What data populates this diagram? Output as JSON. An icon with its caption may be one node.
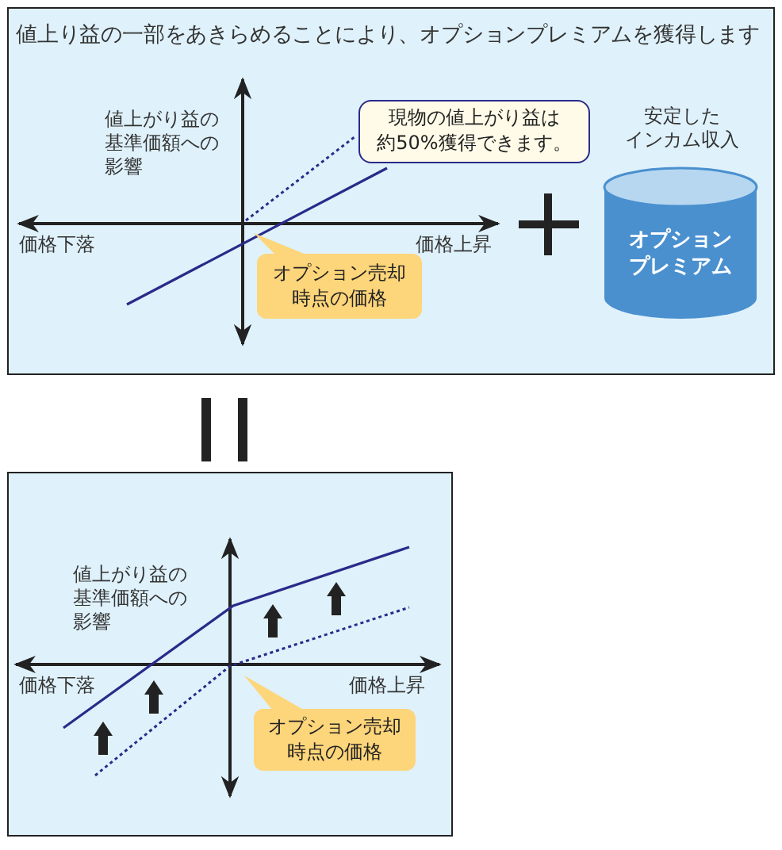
{
  "diagram": {
    "title": "値上り益の一部をあきらめることにより、オプションプレミアムを獲得します",
    "nodes": [
      {
        "text": [
          "現物の値上がり益は約50%獲得できます。"
        ]
      },
      {
        "text": [
          "オプション売却時点の価格"
        ]
      },
      {
        "text": [
          "オプションプレミアム"
        ]
      },
      {
        "text": [
          "オプション売却時点の価格"
        ]
      }
    ],
    "edges": [],
    "labels": [
      "安定したインカム収入",
      "値上がり益の基準価額への影響",
      "価格下落",
      "価格上昇",
      "値上がり益の基準価額への影響",
      "価格下落",
      "価格上昇"
    ]
  }
}
